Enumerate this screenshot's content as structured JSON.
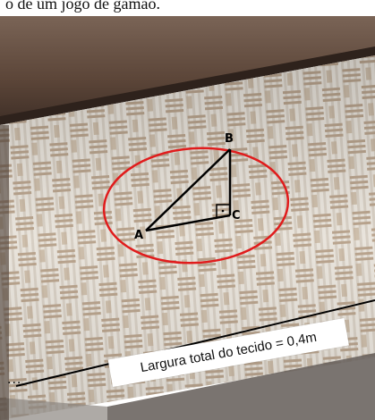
{
  "photo": {
    "subject": "woven fabric on loom",
    "colors": {
      "fabric_light": "#e9e4dc",
      "fabric_dark": "#b9a48e",
      "wood": "#6b5446",
      "circle": "#e01c1c",
      "lines": "#000000"
    }
  },
  "triangle": {
    "vertex_a": "A",
    "vertex_b": "B",
    "vertex_c": "C"
  },
  "caption": {
    "text": "Largura total do tecido = 0,4m"
  },
  "top_strip": {
    "text": "o de um jogo de gamão."
  },
  "measure_line": {
    "dots": "..."
  }
}
